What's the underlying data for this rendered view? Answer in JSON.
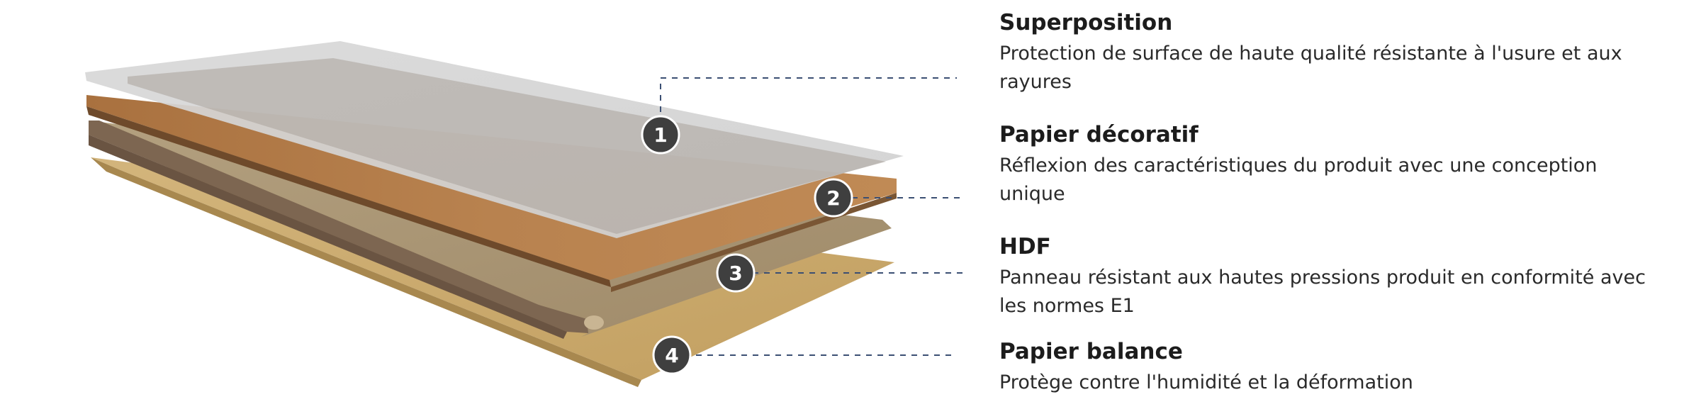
{
  "layers": [
    {
      "number": "1",
      "title": "Superposition",
      "description": "Protection de surface de haute qualité résistante à l'usure et aux rayures"
    },
    {
      "number": "2",
      "title": "Papier décoratif",
      "description": "Réflexion des caractéristiques du produit avec une conception unique"
    },
    {
      "number": "3",
      "title": "HDF",
      "description": "Panneau résistant aux hautes pressions produit en conformité avec les normes E1"
    },
    {
      "number": "4",
      "title": "Papier balance",
      "description": "Protège contre l'humidité et la déformation"
    }
  ],
  "colors": {
    "overlay": "#cfcfcf",
    "decor_top": "#b07a4a",
    "hdf_top": "#a89575",
    "hdf_side": "#7a6450",
    "balance_top": "#c9a96e",
    "badge": "#3f3f3f",
    "leader": "#3b4f73"
  }
}
